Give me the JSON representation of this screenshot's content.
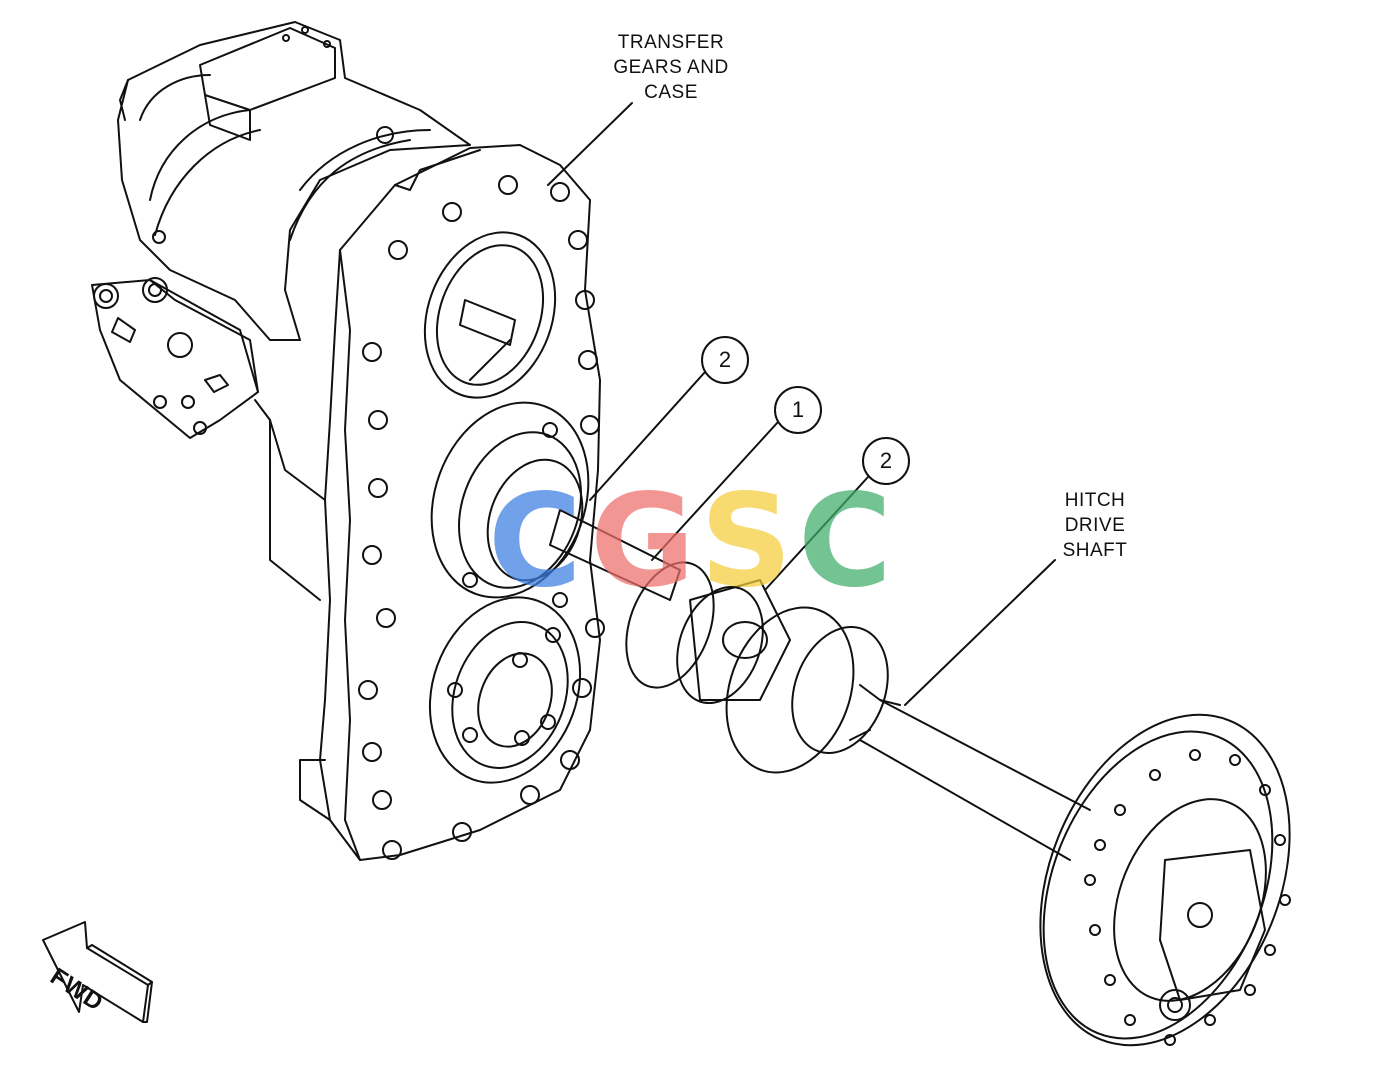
{
  "labels": {
    "transfer": [
      "TRANSFER",
      "GEARS AND",
      "CASE"
    ],
    "hitch": [
      "HITCH",
      "DRIVE",
      "SHAFT"
    ],
    "callout_top": "2",
    "callout_mid": "1",
    "callout_right": "2",
    "fwd": "FWD"
  },
  "watermark": {
    "letters": [
      "C",
      "G",
      "S",
      "C"
    ],
    "colors": [
      "#3b7de0",
      "#ee6e6a",
      "#f5cc3a",
      "#3fae6a"
    ]
  }
}
